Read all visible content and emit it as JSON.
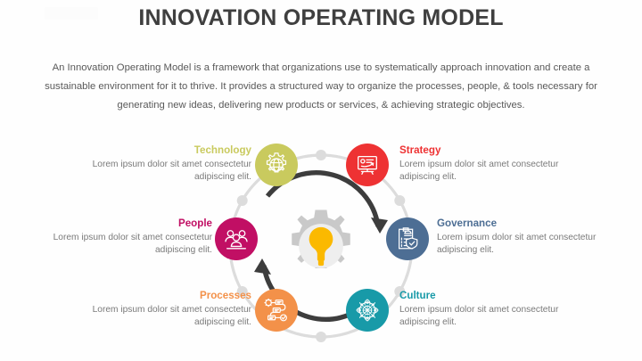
{
  "slide": {
    "title": "INNOVATION OPERATING MODEL",
    "intro": "An Innovation Operating Model is a framework that organizations use to systematically approach innovation and create a sustainable environment for it to thrive. It provides a structured way to organize the processes, people, & tools necessary for generating new ideas, delivering new products or services, & achieving strategic objectives.",
    "background": "#fefefe",
    "title_color": "#3f3f3f",
    "body_color": "#595959"
  },
  "diagram": {
    "center": {
      "icon": "gear-lightbulb-icon",
      "gear_color": "#c9c9c9",
      "bulb_color": "#fbb900",
      "arrow_color": "#3d3d3d",
      "ring_color": "#dcdcdc"
    },
    "nodes": [
      {
        "key": "technology",
        "title": "Technology",
        "body": "Lorem ipsum dolor sit amet consectetur adipiscing elit.",
        "color": "#c9ca5e",
        "icon": "gear-globe-icon",
        "side": "left"
      },
      {
        "key": "strategy",
        "title": "Strategy",
        "body": "Lorem ipsum dolor sit amet consectetur adipiscing elit.",
        "color": "#ee3233",
        "icon": "presentation-board-icon",
        "side": "right"
      },
      {
        "key": "people",
        "title": "People",
        "body": "Lorem ipsum dolor sit amet consectetur adipiscing elit.",
        "color": "#c10f64",
        "icon": "people-group-icon",
        "side": "left"
      },
      {
        "key": "governance",
        "title": "Governance",
        "body": "Lorem ipsum dolor sit amet consectetur adipiscing elit.",
        "color": "#4d6e94",
        "icon": "clipboard-shield-icon",
        "side": "right"
      },
      {
        "key": "processes",
        "title": "Processes",
        "body": "Lorem ipsum dolor sit amet consectetur adipiscing elit.",
        "color": "#f39149",
        "icon": "flowchart-icon",
        "side": "left"
      },
      {
        "key": "culture",
        "title": "Culture",
        "body": "Lorem ipsum dolor sit amet consectetur adipiscing elit.",
        "color": "#189aa8",
        "icon": "brain-network-icon",
        "side": "right"
      }
    ]
  }
}
